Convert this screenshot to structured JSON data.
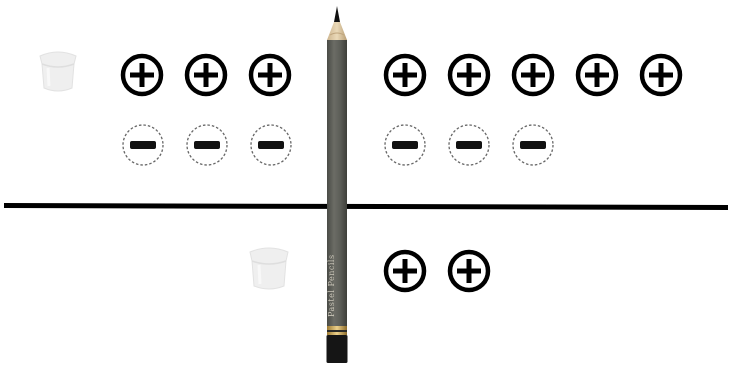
{
  "pencil": {
    "brand_text": "Pastel Pencils"
  },
  "colors": {
    "outline": "#000000",
    "dashed": "#555555",
    "pencil_body": "#5b5c56",
    "pencil_ferrule": "#c7a04d",
    "cup": "#ececec"
  },
  "icons": {
    "positive": "plus-in-circle",
    "negative": "minus-in-dashed-circle",
    "cup": "plastic-cup"
  },
  "groups": [
    {
      "name": "left-upper",
      "positive_count": 3,
      "negative_count": 3
    },
    {
      "name": "right-upper",
      "positive_count": 5,
      "negative_count": 3
    },
    {
      "name": "lower",
      "positive_count": 2,
      "negative_count": 0
    }
  ]
}
